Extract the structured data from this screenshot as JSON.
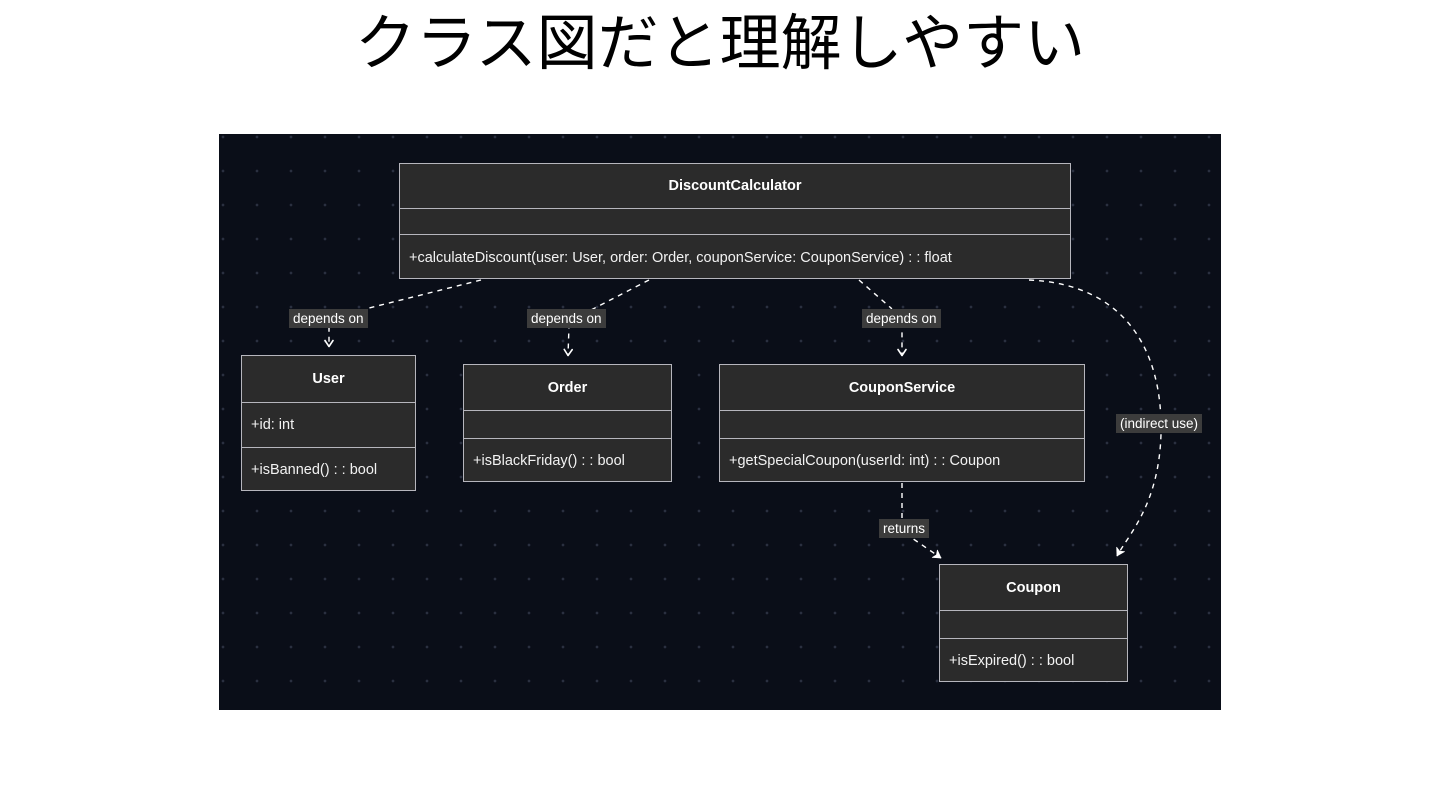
{
  "slide": {
    "title": "クラス図だと理解しやすい",
    "background_color": "#ffffff",
    "title_color": "#000000"
  },
  "diagram": {
    "type": "uml-class-diagram",
    "canvas_background": "#0a0e18",
    "grid": "dot-grid",
    "box_fill": "#2b2b2b",
    "box_border": "#b6b6bd",
    "text_color": "#ffffff",
    "edge_style": "dashed",
    "classes": [
      {
        "id": "DiscountCalculator",
        "name": "DiscountCalculator",
        "attributes": [],
        "methods": [
          "+calculateDiscount(user: User, order: Order, couponService: CouponService) : : float"
        ]
      },
      {
        "id": "User",
        "name": "User",
        "attributes": [
          "+id: int"
        ],
        "methods": [
          "+isBanned() : : bool"
        ]
      },
      {
        "id": "Order",
        "name": "Order",
        "attributes": [],
        "methods": [
          "+isBlackFriday() : : bool"
        ]
      },
      {
        "id": "CouponService",
        "name": "CouponService",
        "attributes": [],
        "methods": [
          "+getSpecialCoupon(userId: int) : : Coupon"
        ]
      },
      {
        "id": "Coupon",
        "name": "Coupon",
        "attributes": [],
        "methods": [
          "+isExpired() : : bool"
        ]
      }
    ],
    "edges": [
      {
        "from": "DiscountCalculator",
        "to": "User",
        "label": "depends on",
        "style": "dashed",
        "arrow": "open"
      },
      {
        "from": "DiscountCalculator",
        "to": "Order",
        "label": "depends on",
        "style": "dashed",
        "arrow": "open"
      },
      {
        "from": "DiscountCalculator",
        "to": "CouponService",
        "label": "depends on",
        "style": "dashed",
        "arrow": "open"
      },
      {
        "from": "CouponService",
        "to": "Coupon",
        "label": "returns",
        "style": "dashed",
        "arrow": "open"
      },
      {
        "from": "DiscountCalculator",
        "to": "Coupon",
        "label": "(indirect use)",
        "style": "dashed",
        "arrow": "open"
      }
    ]
  }
}
